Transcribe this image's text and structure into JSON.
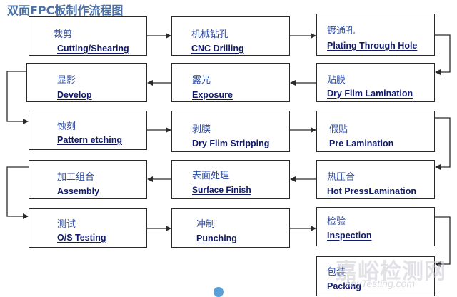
{
  "title": "双面FPC板制作流程图",
  "steps": [
    {
      "zh": "裁剪",
      "en": "Cutting/Shearing"
    },
    {
      "zh": "机械钻孔",
      "en": "CNC Drilling"
    },
    {
      "zh": "镀通孔",
      "en": "Plating Through Hole"
    },
    {
      "zh": "贴膜",
      "en": "Dry Film Lamination"
    },
    {
      "zh": "露光",
      "en": "Exposure"
    },
    {
      "zh": "显影",
      "en": "Develop"
    },
    {
      "zh": "蚀刻",
      "en": "Pattern etching"
    },
    {
      "zh": "剥膜",
      "en": "Dry Film Stripping"
    },
    {
      "zh": "假贴",
      "en": " Pre Lamination"
    },
    {
      "zh": "热压合",
      "en": "Hot PressLamination"
    },
    {
      "zh": "表面处理",
      "en": "Surface  Finish"
    },
    {
      "zh": "加工组合",
      "en": "Assembly"
    },
    {
      "zh": "测试",
      "en": "O/S Testing"
    },
    {
      "zh": "冲制",
      "en": "Punching"
    },
    {
      "zh": "检验",
      "en": "Inspection"
    },
    {
      "zh": "包装",
      "en": "Packing"
    }
  ],
  "watermark": {
    "zh": "嘉峪检测网",
    "en": "AnyTesting.com"
  },
  "colors": {
    "zh_text": "#2b4aa0",
    "en_text": "#111a6b",
    "title": "#4a6fa5",
    "line": "#2a2a2a"
  }
}
